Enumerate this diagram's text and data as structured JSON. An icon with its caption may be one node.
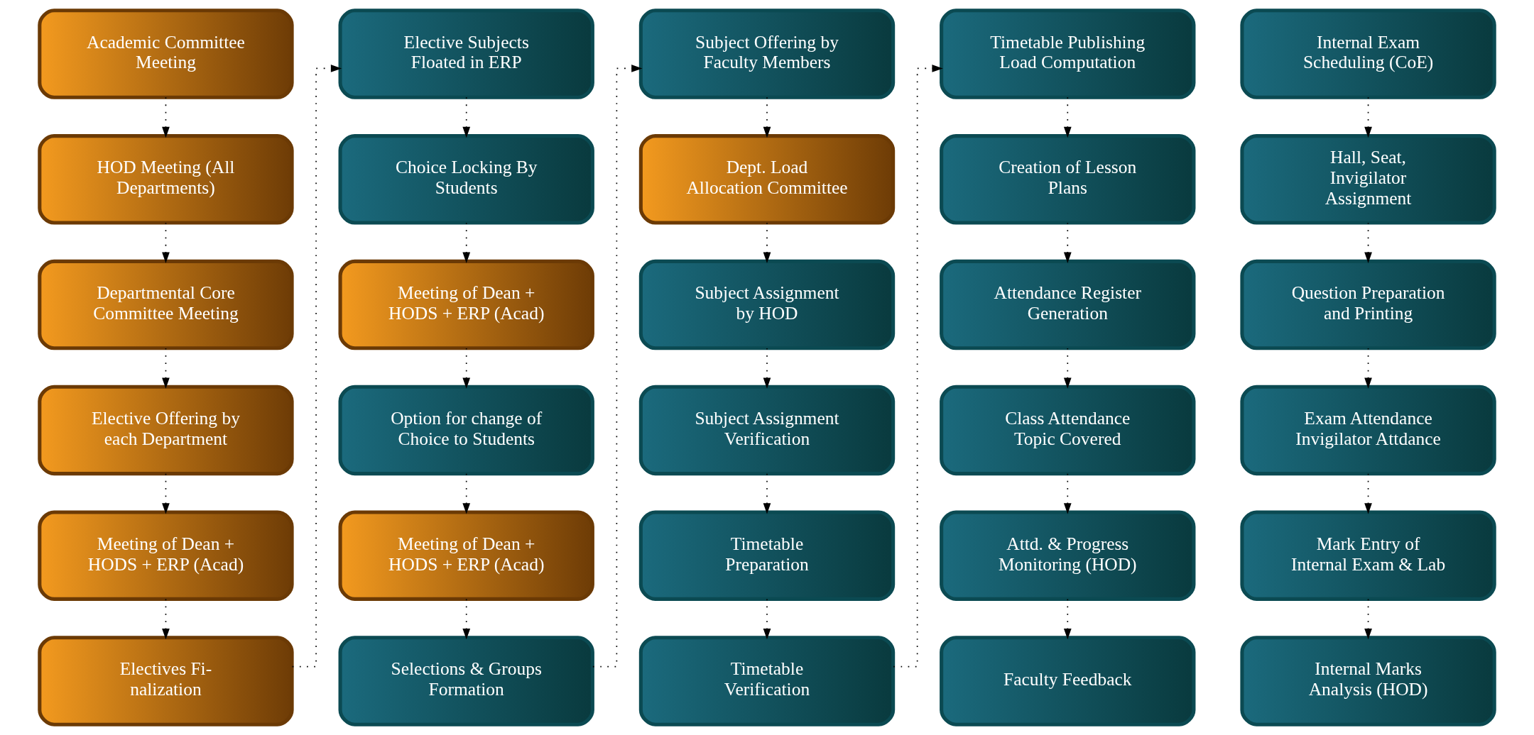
{
  "diagram": {
    "nodes": [
      {
        "text": [
          "Academic Committee Meeting"
        ]
      },
      {
        "text": [
          "HOD Meeting (All Departments)"
        ]
      },
      {
        "text": [
          "Departmental Core Committee Meeting"
        ]
      },
      {
        "text": [
          "Elective Offering by each Department"
        ]
      },
      {
        "text": [
          "Meeting of Dean + HODS + ERP (Acad)"
        ]
      },
      {
        "text": [
          "Electives Fi- nalization"
        ]
      },
      {
        "text": [
          "Elective Subjects Floated in ERP"
        ]
      },
      {
        "text": [
          "Choice Locking By Students"
        ]
      },
      {
        "text": [
          "Meeting of Dean + HODS + ERP (Acad)"
        ]
      },
      {
        "text": [
          "Option for change of Choice to Students"
        ]
      },
      {
        "text": [
          "Meeting of Dean + HODS + ERP (Acad)"
        ]
      },
      {
        "text": [
          "Selections & Groups Formation"
        ]
      },
      {
        "text": [
          "Subject Offering by Faculty Members"
        ]
      },
      {
        "text": [
          "Dept. Load Allocation Committee"
        ]
      },
      {
        "text": [
          "Subject Assignment by HOD"
        ]
      },
      {
        "text": [
          "Subject Assignment Verification"
        ]
      },
      {
        "text": [
          "Timetable Preparation"
        ]
      },
      {
        "text": [
          "Timetable Verification"
        ]
      },
      {
        "text": [
          "Timetable Publishing Load Computation"
        ]
      },
      {
        "text": [
          "Creation of Lesson Plans"
        ]
      },
      {
        "text": [
          "Attendance Register Generation"
        ]
      },
      {
        "text": [
          "Class Attendance Topic Covered"
        ]
      },
      {
        "text": [
          "Attd. & Progress Monitoring (HOD)"
        ]
      },
      {
        "text": [
          "Faculty Feedback"
        ]
      },
      {
        "text": [
          "Internal Exam Scheduling (CoE)"
        ]
      },
      {
        "text": [
          "Hall, Seat, Invigilator Assignment"
        ]
      },
      {
        "text": [
          "Question Preparation and Printing"
        ]
      },
      {
        "text": [
          "Exam Attendance Invigilator Attdance"
        ]
      },
      {
        "text": [
          "Mark Entry of Internal Exam & Lab"
        ]
      },
      {
        "text": [
          "Internal Marks Analysis (HOD)"
        ]
      }
    ],
    "edges": [
      {
        "from": 0,
        "to": 1,
        "arrow": "to"
      },
      {
        "from": 1,
        "to": 2,
        "arrow": "to"
      },
      {
        "from": 2,
        "to": 3,
        "arrow": "to"
      },
      {
        "from": 3,
        "to": 4,
        "arrow": "to"
      },
      {
        "from": 4,
        "to": 5,
        "arrow": "to"
      },
      {
        "from": 5,
        "to": 6,
        "arrow": "to"
      },
      {
        "from": 6,
        "to": 7,
        "arrow": "to"
      },
      {
        "from": 7,
        "to": 8,
        "arrow": "to"
      },
      {
        "from": 8,
        "to": 9,
        "arrow": "to"
      },
      {
        "from": 9,
        "to": 10,
        "arrow": "to"
      },
      {
        "from": 10,
        "to": 11,
        "arrow": "to"
      },
      {
        "from": 11,
        "to": 12,
        "arrow": "to"
      },
      {
        "from": 12,
        "to": 13,
        "arrow": "to"
      },
      {
        "from": 13,
        "to": 14,
        "arrow": "to"
      },
      {
        "from": 14,
        "to": 15,
        "arrow": "to"
      },
      {
        "from": 15,
        "to": 16,
        "arrow": "to"
      },
      {
        "from": 16,
        "to": 17,
        "arrow": "to"
      },
      {
        "from": 17,
        "to": 18,
        "arrow": "to"
      },
      {
        "from": 18,
        "to": 19,
        "arrow": "to"
      },
      {
        "from": 19,
        "to": 20,
        "arrow": "to"
      },
      {
        "from": 20,
        "to": 21,
        "arrow": "to"
      },
      {
        "from": 21,
        "to": 22,
        "arrow": "to"
      },
      {
        "from": 22,
        "to": 23,
        "arrow": "to"
      },
      {
        "from": 24,
        "to": 25,
        "arrow": "to"
      },
      {
        "from": 25,
        "to": 26,
        "arrow": "to"
      },
      {
        "from": 26,
        "to": 27,
        "arrow": "to"
      },
      {
        "from": 27,
        "to": 28,
        "arrow": "to"
      },
      {
        "from": 28,
        "to": 29,
        "arrow": "to"
      }
    ]
  }
}
